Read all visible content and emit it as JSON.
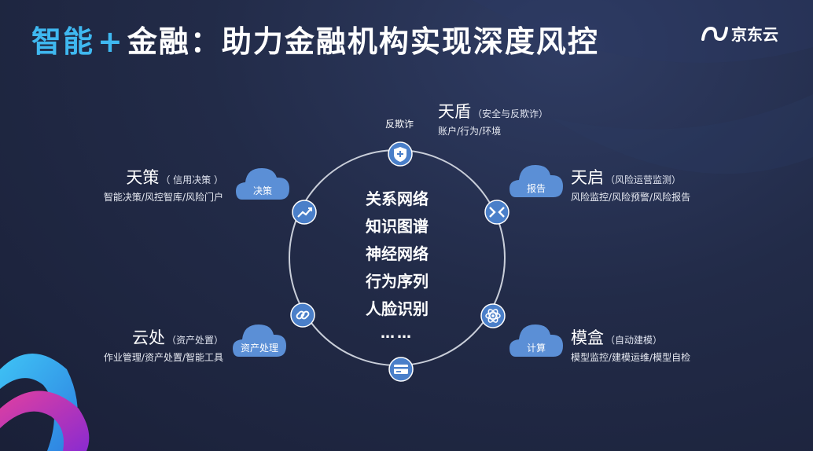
{
  "title": {
    "part1": "智能",
    "plus": "+",
    "part2": "金融：助力金融机构实现深度风控"
  },
  "logo": {
    "text": "京东云"
  },
  "center": {
    "items": [
      "关系网络",
      "知识图谱",
      "神经网络",
      "行为序列",
      "人脸识别"
    ],
    "ellipsis": "……"
  },
  "top_icon_label": "反欺诈",
  "modules": {
    "tiandun": {
      "name": "天盾",
      "sub": "（安全与反欺诈）",
      "desc": "账户/行为/环境"
    },
    "tiance": {
      "name": "天策",
      "sub": "（ 信用决策 ）",
      "desc": "智能决策/风控智库/风险门户",
      "cloud": "决策"
    },
    "tianqi": {
      "name": "天启",
      "sub": "（风险运营监测）",
      "desc": "风险监控/风险预警/风险报告",
      "cloud": "报告"
    },
    "yunchu": {
      "name": "云处",
      "sub": "（资产处置）",
      "desc": "作业管理/资产处置/智能工具",
      "cloud": "资产处理"
    },
    "mohe": {
      "name": "模盒",
      "sub": "（自动建模）",
      "desc": "模型监控/建模运维/模型自检",
      "cloud": "计算"
    }
  },
  "colors": {
    "accent": "#3fb8f0",
    "node": "#4a7fc9",
    "cloud": "#5b8fd6",
    "ring": "#c9ced9"
  }
}
